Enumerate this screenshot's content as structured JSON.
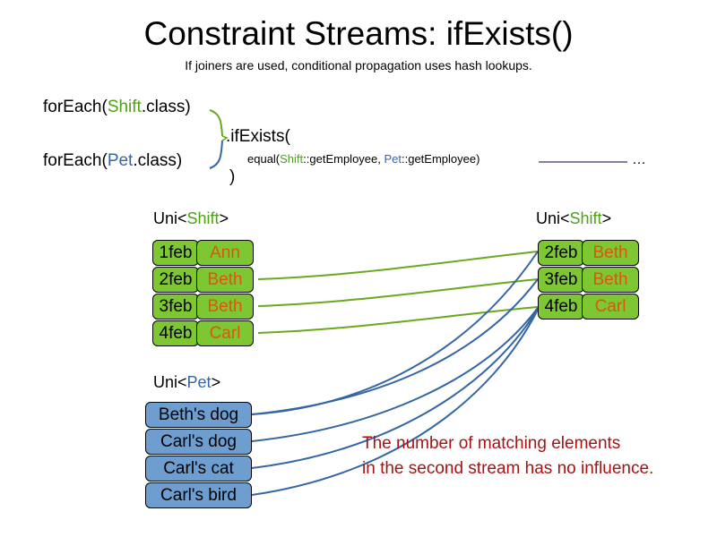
{
  "header": {
    "title": "Constraint Streams: ifExists()",
    "subtitle": "If joiners are used, conditional propagation uses hash lookups."
  },
  "code": {
    "foreach_shift_prefix": "forEach(",
    "foreach_shift_class": "Shift",
    "foreach_shift_suffix": ".class)",
    "foreach_pet_prefix": "forEach(",
    "foreach_pet_class": "Pet",
    "foreach_pet_suffix": ".class)",
    "if_exists": ".ifExists(",
    "equal_prefix": "equal(",
    "equal_shift_ref": "Shift",
    "equal_mid": "::getEmployee, ",
    "equal_pet_ref": "Pet",
    "equal_suffix": "::getEmployee)",
    "ellipsis": "…",
    "close_paren": ")"
  },
  "streams": {
    "left_shift": {
      "label_prefix": "Uni<",
      "label_type": "Shift",
      "label_suffix": ">",
      "rows": [
        {
          "key": "1feb",
          "value": "Ann"
        },
        {
          "key": "2feb",
          "value": "Beth"
        },
        {
          "key": "3feb",
          "value": "Beth"
        },
        {
          "key": "4feb",
          "value": "Carl"
        }
      ]
    },
    "right_shift": {
      "label_prefix": "Uni<",
      "label_type": "Shift",
      "label_suffix": ">",
      "rows": [
        {
          "key": "2feb",
          "value": "Beth"
        },
        {
          "key": "3feb",
          "value": "Beth"
        },
        {
          "key": "4feb",
          "value": "Carl"
        }
      ]
    },
    "pet": {
      "label_prefix": "Uni<",
      "label_type": "Pet",
      "label_suffix": ">",
      "rows": [
        {
          "value": "Beth's dog"
        },
        {
          "value": "Carl's dog"
        },
        {
          "value": "Carl's cat"
        },
        {
          "value": "Carl's bird"
        }
      ]
    }
  },
  "annotation": {
    "line1": "The number of matching elements",
    "line2": "in the second stream has no influence."
  },
  "colors": {
    "shift_green": "#7DC832",
    "shift_green_text": "#4CA214",
    "pet_blue": "#6E9DD0",
    "pet_blue_text": "#3465A4",
    "value_orange": "#DD5511",
    "annotation_red": "#A41414",
    "wire_green": "#6AA81E",
    "wire_blue": "#3465A4",
    "joiner_line": "#8E7CA0"
  }
}
